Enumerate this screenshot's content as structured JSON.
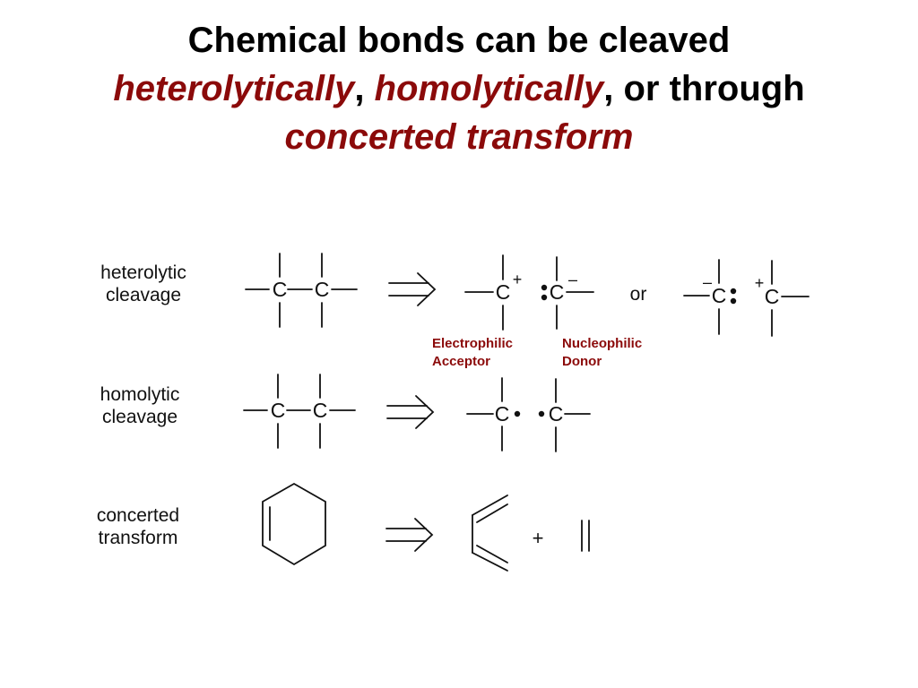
{
  "title": {
    "line1": "Chemical bonds can be cleaved",
    "term_heterolytic": "heterolytically",
    "sep1": ",",
    "term_homolytic": "homolytically",
    "sep2": ", or through",
    "term_concerted": "concerted transform"
  },
  "rows": [
    {
      "label_line1": "heterolytic",
      "label_line2": "cleavage"
    },
    {
      "label_line1": "homolytic",
      "label_line2": "cleavage"
    },
    {
      "label_line1": "concerted",
      "label_line2": "transform"
    }
  ],
  "atoms": {
    "carbon": "C"
  },
  "symbols": {
    "plus": "+",
    "minus": "–",
    "or": "or"
  },
  "annotations": {
    "electrophilic_line1": "Electrophilic",
    "electrophilic_line2": "Acceptor",
    "nucleophilic_line1": "Nucleophilic",
    "nucleophilic_line2": "Donor"
  },
  "colors": {
    "accent": "#8b0a0a",
    "ink": "#111111"
  }
}
